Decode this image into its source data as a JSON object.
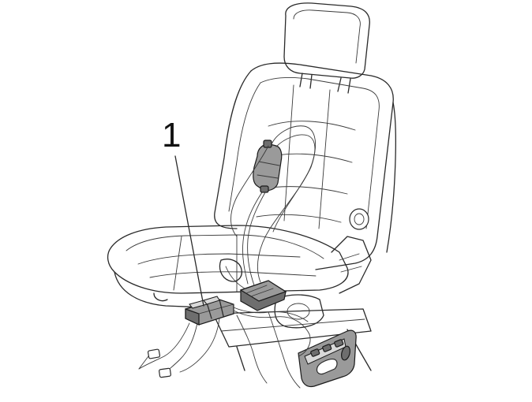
{
  "figure": {
    "callouts": [
      {
        "label": "1",
        "target": "control-module-connectors"
      }
    ],
    "components": [
      "seat-backrest",
      "headrest",
      "seat-cushion",
      "lumbar-pump",
      "seat-control-module",
      "connector-block",
      "seat-switch-panel",
      "wiring-harness"
    ],
    "colors": {
      "line": "#2a2a2a",
      "component_fill": "#9a9a9a",
      "dark_fill": "#6e6e6e",
      "background": "#ffffff"
    }
  }
}
